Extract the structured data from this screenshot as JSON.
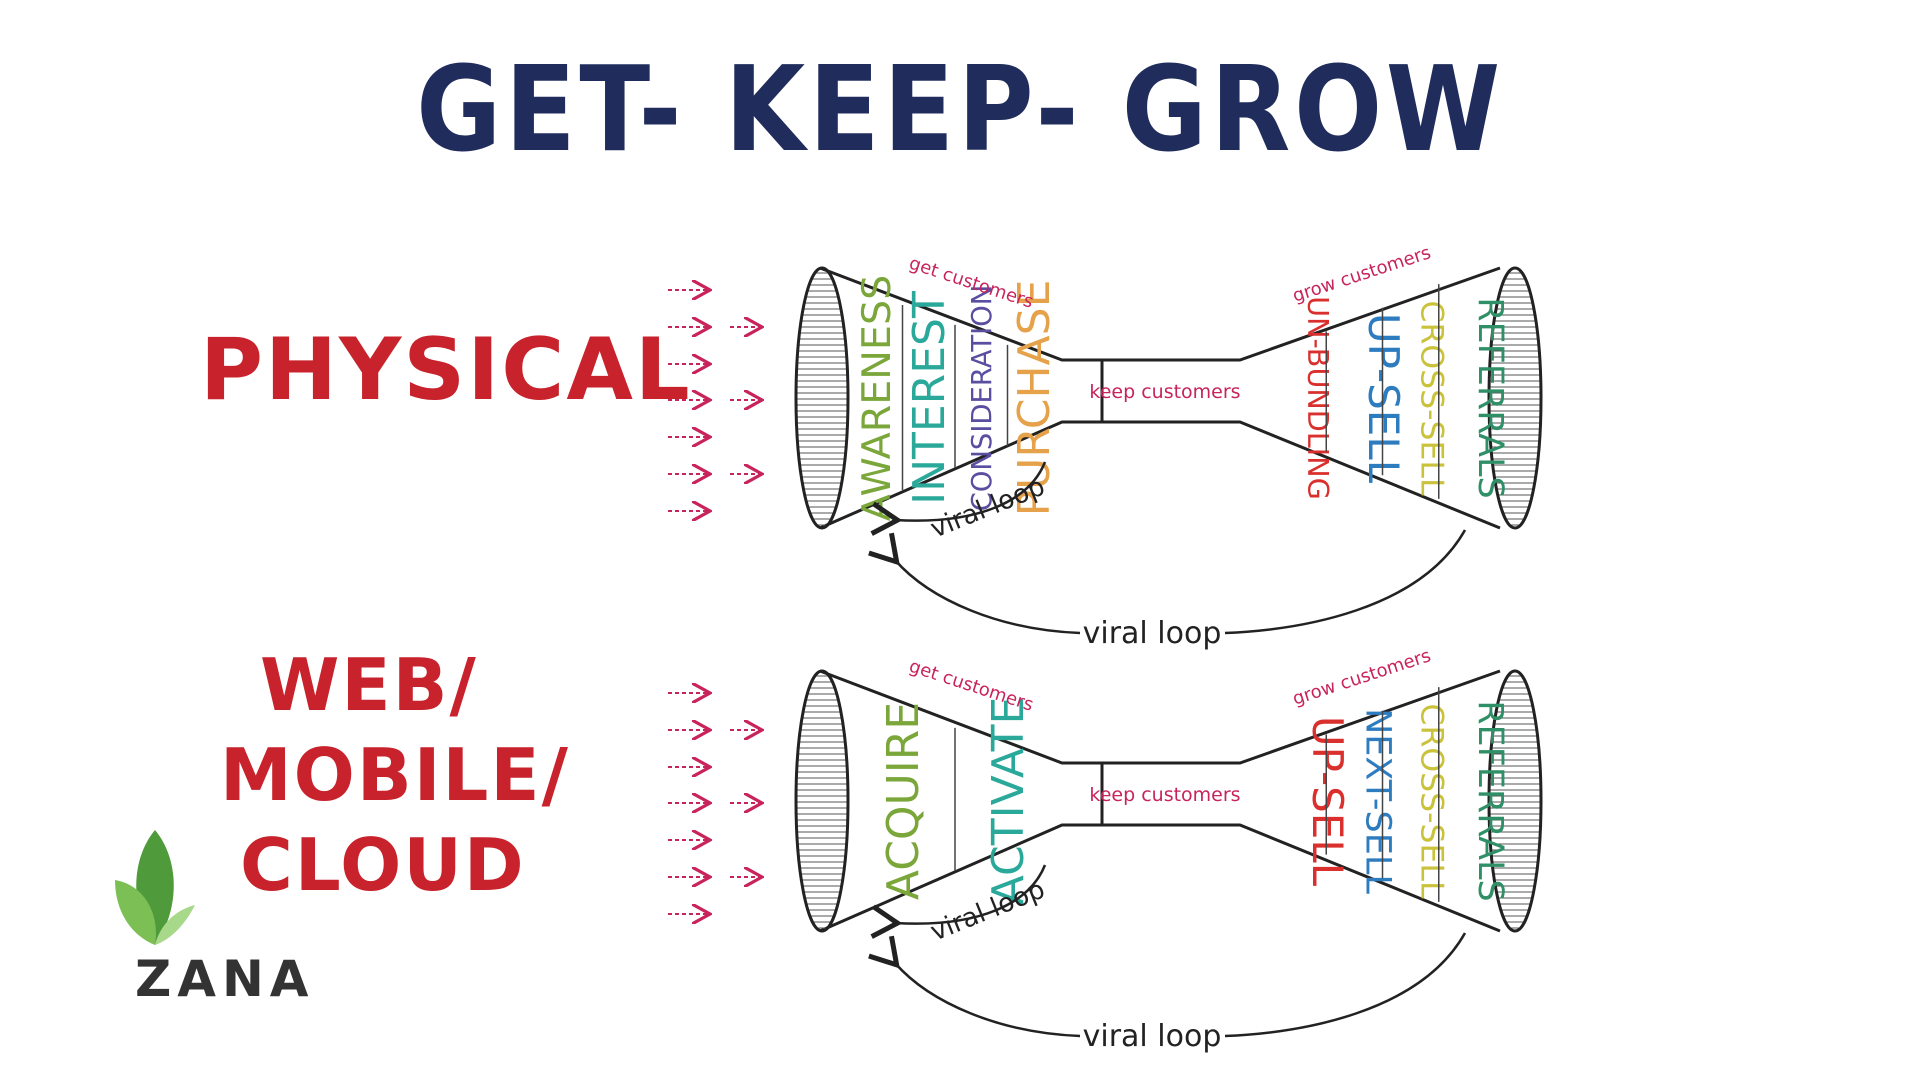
{
  "title": "GET- KEEP- GROW",
  "rows": [
    {
      "label_lines": [
        "PHYSICAL"
      ],
      "get_caption": "get customers",
      "keep_caption": "keep customers",
      "grow_caption": "grow customers",
      "left_stages": [
        {
          "text": "AWARENESS",
          "color": "#7aa63a"
        },
        {
          "text": "INTEREST",
          "color": "#2aa89a"
        },
        {
          "text": "CONSIDERATION",
          "color": "#5a4ea0"
        },
        {
          "text": "PURCHASE",
          "color": "#e6a24a"
        }
      ],
      "right_stages": [
        {
          "text": "UN-BUNDLING",
          "color": "#d9302e"
        },
        {
          "text": "UP-SELL",
          "color": "#2e7cc0"
        },
        {
          "text": "CROSS-SELL",
          "color": "#c9c23a"
        },
        {
          "text": "REFERRALS",
          "color": "#2f8f67"
        }
      ],
      "inner_loop": "viral loop",
      "outer_loop": "viral loop"
    },
    {
      "label_lines": [
        "WEB/",
        "MOBILE/",
        "CLOUD"
      ],
      "get_caption": "get customers",
      "keep_caption": "keep customers",
      "grow_caption": "grow customers",
      "left_stages": [
        {
          "text": "ACQUIRE",
          "color": "#7aa63a"
        },
        {
          "text": "ACTIVATE",
          "color": "#2aa89a"
        }
      ],
      "right_stages": [
        {
          "text": "UP-SELL",
          "color": "#d9302e"
        },
        {
          "text": "NEXT-SELL",
          "color": "#2e7cc0"
        },
        {
          "text": "CROSS-SELL",
          "color": "#c9c23a"
        },
        {
          "text": "REFERRALS",
          "color": "#2f8f67"
        }
      ],
      "inner_loop": "viral loop",
      "outer_loop": "viral loop"
    }
  ],
  "logo": {
    "text": "ZANA"
  },
  "colors": {
    "title": "#1f2c5c",
    "label": "#c8232c",
    "caption": "#c8235a",
    "arrow": "#c8235a",
    "ink": "#222222"
  }
}
